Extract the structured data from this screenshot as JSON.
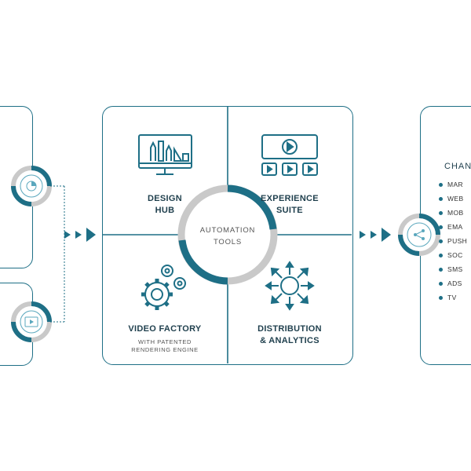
{
  "modules": {
    "design_hub": "DESIGN\nHUB",
    "experience_suite": "EXPERIENCE\nSUITE",
    "video_factory": "VIDEO FACTORY",
    "video_factory_sub": "WITH PATENTED\nRENDERING ENGINE",
    "distribution": "DISTRIBUTION\n& ANALYTICS",
    "center": "AUTOMATION\nTOOLS"
  },
  "channels": {
    "title": "CHAN",
    "items": [
      "MAR",
      "WEB",
      "MOB",
      "EMA",
      "PUSH",
      "SOC",
      "SMS",
      "ADS",
      "TV"
    ]
  },
  "colors": {
    "primary": "#1e6f86",
    "ring_gray": "#c9c9c9",
    "text": "#1f3f4d"
  }
}
